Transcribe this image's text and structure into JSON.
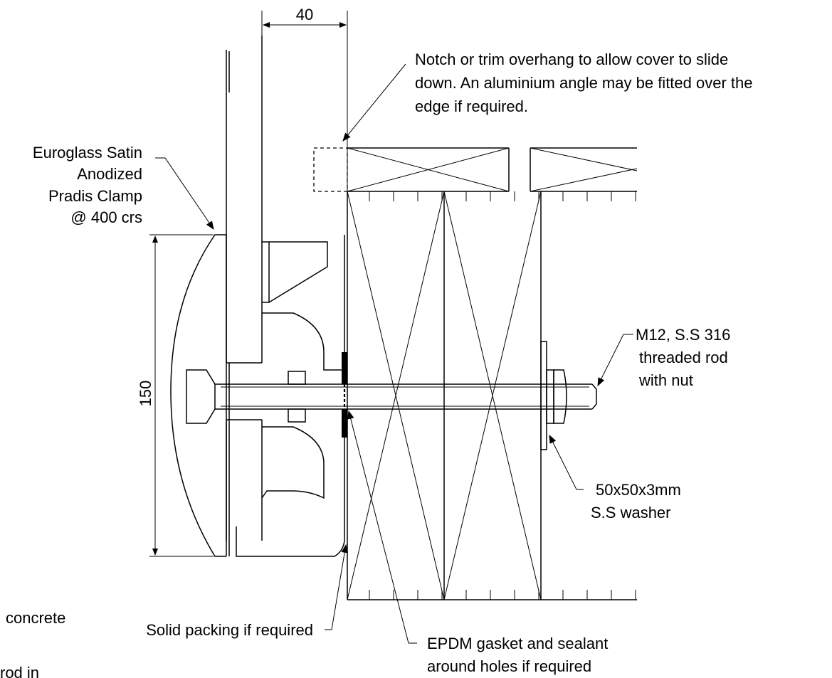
{
  "dimensions": {
    "top_width": "40",
    "clamp_height": "150"
  },
  "labels": {
    "notch_note": [
      "Notch or trim overhang to allow cover to slide",
      "down. An aluminium angle may be fitted over the",
      "edge if required."
    ],
    "clamp": [
      "Euroglass Satin",
      "Anodized",
      "Pradis Clamp",
      "@ 400 crs"
    ],
    "rod": [
      "M12, S.S 316",
      "threaded rod",
      "with nut"
    ],
    "washer": [
      "50x50x3mm",
      "S.S washer"
    ],
    "packing": "Solid packing if required",
    "gasket": [
      "EPDM gasket and sealant",
      "around holes if required"
    ],
    "concrete_fragment": "concrete",
    "rod_fragment": "rod in"
  }
}
